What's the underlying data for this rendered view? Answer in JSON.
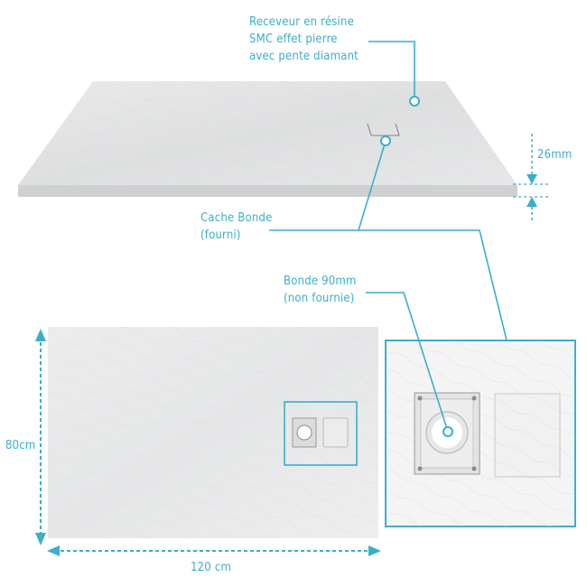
{
  "colors": {
    "accent": "#3aaecb",
    "slab_top": "#e4e5e6",
    "slab_side": "#cfd0d1",
    "background": "#ffffff"
  },
  "callouts": {
    "receiver": {
      "line1": "Receveur en résine",
      "line2": "SMC effet pierre",
      "line3": "avec pente diamant"
    },
    "cache_bonde": {
      "line1": "Cache Bonde",
      "line2": "(fourni)"
    },
    "bonde": {
      "line1": "Bonde 90mm",
      "line2": "(non fournie)"
    }
  },
  "dimensions": {
    "thickness": "26mm",
    "width": "120 cm",
    "depth": "80cm"
  }
}
